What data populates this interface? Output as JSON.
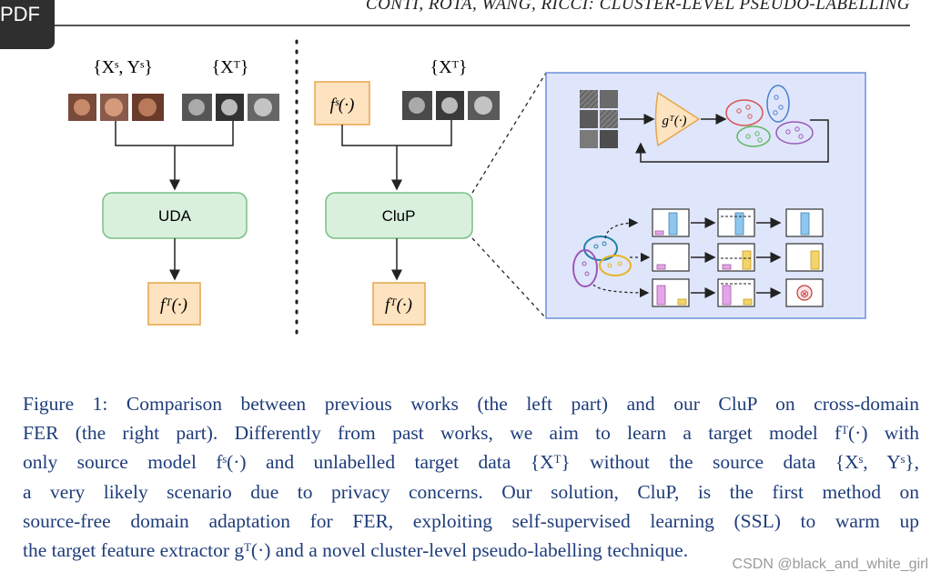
{
  "viewer": {
    "badge": "PDF"
  },
  "header": {
    "running_title": "CONTI, ROTA, WANG, RICCI: CLUSTER-LEVEL PSEUDO-LABELLING"
  },
  "figure": {
    "left": {
      "source_data_label": "{Xˢ, Yˢ}",
      "target_data_label": "{Xᵀ}",
      "method_label": "UDA",
      "output_label": "fᵀ(·)"
    },
    "right": {
      "source_model_label": "fˢ(·)",
      "target_data_label": "{Xᵀ}",
      "method_label": "CluP",
      "output_label": "fᵀ(·)"
    },
    "detail": {
      "feature_extractor_label": "gᵀ(·)",
      "reject_symbol": "⊗"
    }
  },
  "caption": {
    "lines": [
      "Figure 1: Comparison between previous works (the left part) and our CluP on cross-domain",
      "FER (the right part). Differently from past works, we aim to learn a target model fᵀ(·) with",
      "only source model fˢ(·) and unlabelled target data {Xᵀ} without the source data {Xˢ, Yˢ},",
      "a very likely scenario due to privacy concerns. Our solution, CluP, is the first method on",
      "source-free domain adaptation for FER, exploiting self-supervised learning (SSL) to warm up",
      "the target feature extractor gᵀ(·) and a novel cluster-level pseudo-labelling technique."
    ]
  },
  "watermark": "CSDN @black_and_white_girl",
  "colors": {
    "method_box_fill": "#d8f0dc",
    "method_box_stroke": "#7bbf87",
    "output_box_fill": "#fde3bf",
    "output_box_stroke": "#e5a64a",
    "detail_panel_fill": "#dfe6fb",
    "detail_panel_stroke": "#6d8fd8",
    "caption_text": "#1f3d7a",
    "cluster_red": "#d9534f",
    "cluster_blue": "#4a7fd0",
    "cluster_green": "#5bb85b",
    "cluster_purple": "#9b59b6",
    "cluster_yellow": "#e6b422",
    "cluster_teal": "#1f7fa8",
    "bar_blue": "#8ec6ee",
    "bar_pink": "#e3a6e6",
    "bar_yellow": "#f2d46b"
  }
}
